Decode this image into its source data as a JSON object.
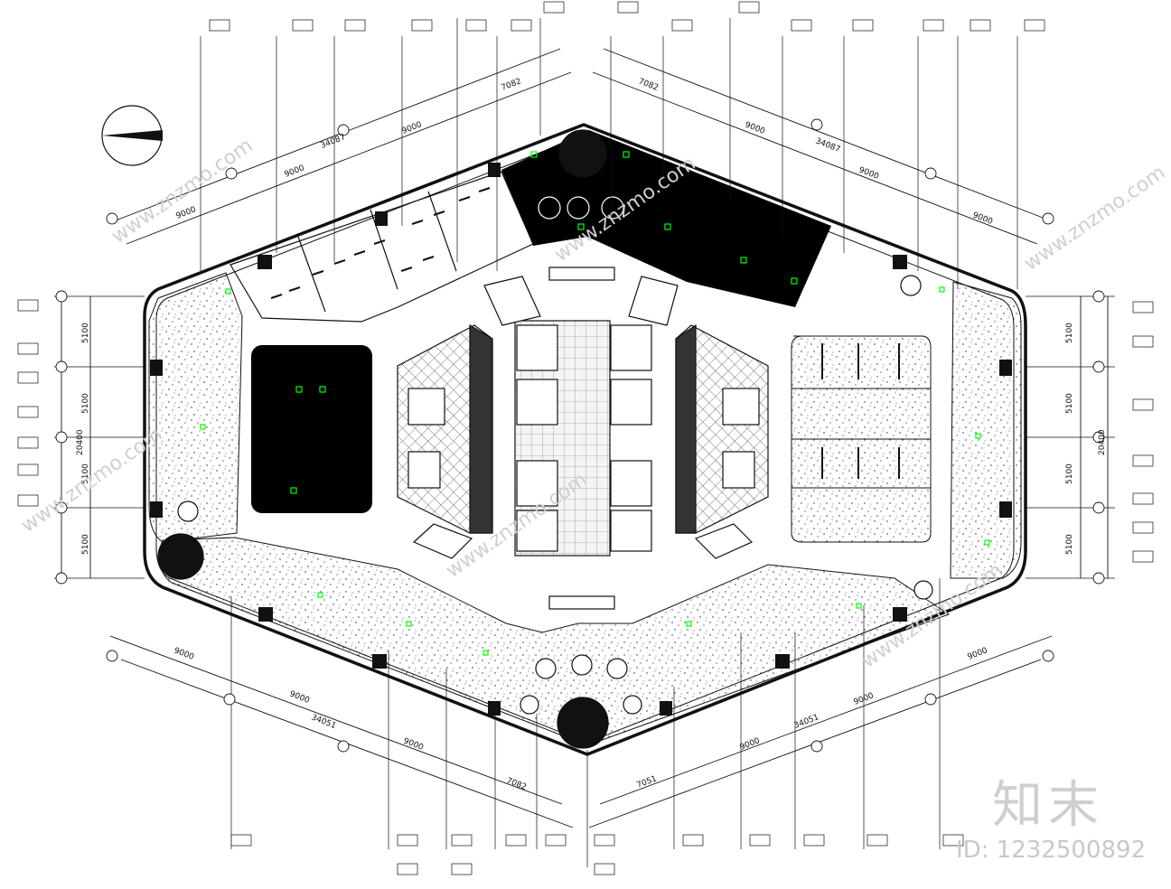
{
  "watermark": {
    "brand": "知末",
    "id_text": "ID: 1232500892",
    "site_text": "www.znzmo.com"
  },
  "dimensions": {
    "top_left_segments": [
      "9000",
      "9000",
      "9000",
      "7082"
    ],
    "top_left_total": "34087",
    "top_right_segments": [
      "7082",
      "9000",
      "9000",
      "9000"
    ],
    "top_right_total": "34087",
    "bottom_left_segments": [
      "9000",
      "9000",
      "9000",
      "7082"
    ],
    "bottom_left_total": "34051",
    "bottom_right_segments": [
      "7051",
      "9000",
      "9000",
      "9000"
    ],
    "bottom_right_total": "34051",
    "left_segments": [
      "5100",
      "5100",
      "5100",
      "5100"
    ],
    "left_total": "20400",
    "right_segments": [
      "5100",
      "5100",
      "5100",
      "5100"
    ],
    "right_total": "20400"
  },
  "colors": {
    "line": "#111111",
    "marker": "#00ff00",
    "room_fill": "#000000",
    "watermark": "#cccccc"
  }
}
